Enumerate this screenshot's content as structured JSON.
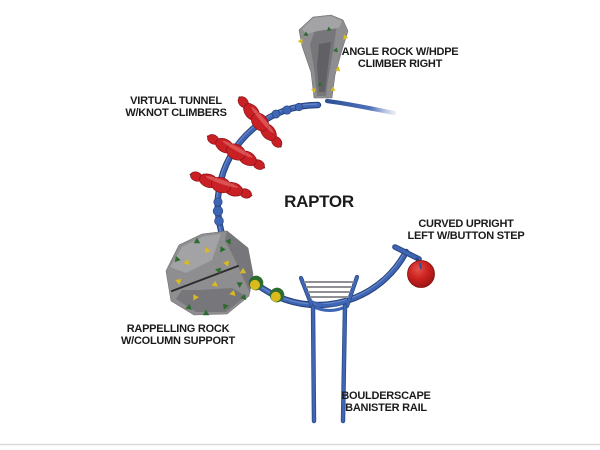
{
  "diagram": {
    "title": "RAPTOR",
    "callouts": [
      {
        "id": "angle-rock",
        "lines": [
          "ANGLE ROCK W/HDPE",
          "CLIMBER RIGHT"
        ]
      },
      {
        "id": "virtual-tunnel",
        "lines": [
          "VIRTUAL TUNNEL",
          "W/KNOT CLIMBERS"
        ]
      },
      {
        "id": "curved-upright",
        "lines": [
          "CURVED UPRIGHT",
          "LEFT W/BUTTON STEP"
        ]
      },
      {
        "id": "rappelling-rock",
        "lines": [
          "RAPPELLING ROCK",
          "W/COLUMN SUPPORT"
        ]
      },
      {
        "id": "boulderscape",
        "lines": [
          "BOULDERSCAPE",
          "BANISTER RAIL"
        ]
      }
    ]
  },
  "colors": {
    "rail_blue": "#3f66b5",
    "rail_blue_dark": "#27447e",
    "climber_red": "#c92026",
    "step_red": "#cc2220",
    "rock_gray": "#8e8e90",
    "hold_yellow": "#d9ba1f",
    "hold_green": "#2e6b2f",
    "text": "#1b1b1b",
    "divider": "#d9d9d9",
    "background": "#ffffff"
  }
}
